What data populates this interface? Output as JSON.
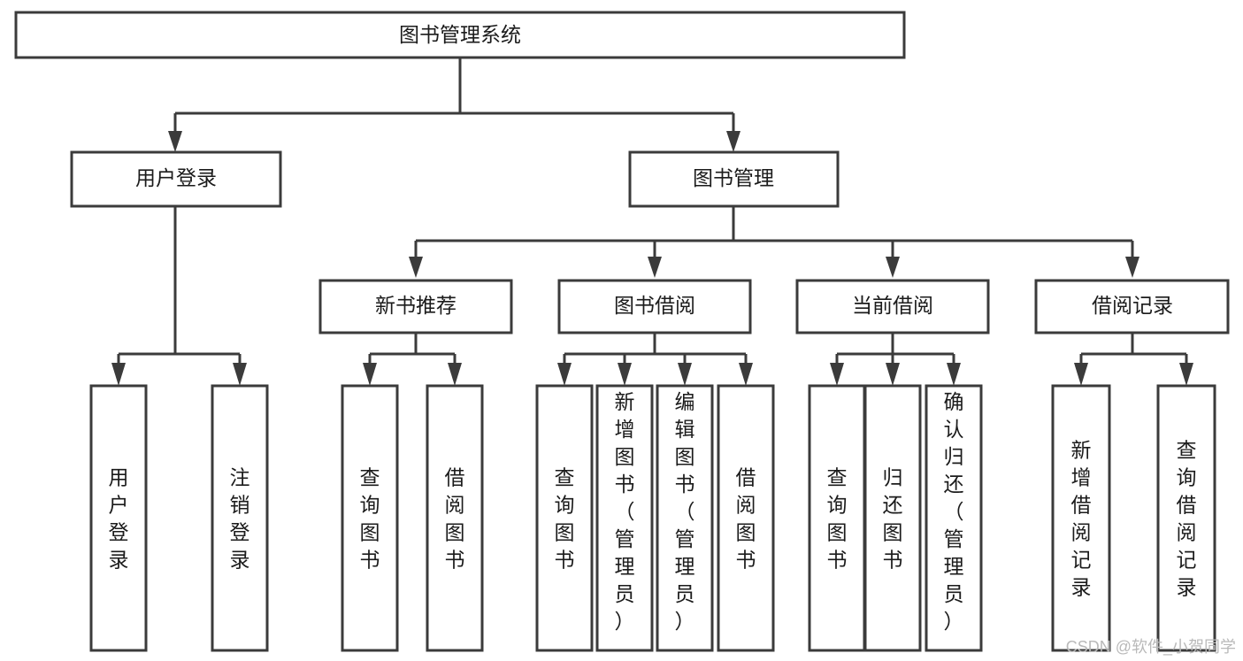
{
  "diagram": {
    "title": "图书管理系统",
    "type": "hierarchy-tree",
    "colors": {
      "box_stroke": "#3b3b3b",
      "box_fill": "#ffffff",
      "link": "#3b3b3b",
      "text": "#1b1b1b",
      "watermark": "#b9b9b9",
      "background": "#ffffff"
    },
    "root": {
      "label": "图书管理系统"
    },
    "level2": [
      {
        "label": "用户登录"
      },
      {
        "label": "图书管理"
      }
    ],
    "level3": [
      {
        "label": "新书推荐"
      },
      {
        "label": "图书借阅"
      },
      {
        "label": "当前借阅"
      },
      {
        "label": "借阅记录"
      }
    ],
    "leaves": {
      "user_login": [
        {
          "label": "用户登录"
        },
        {
          "label": "注销登录"
        }
      ],
      "new_book_recommend": [
        {
          "label": "查询图书"
        },
        {
          "label": "借阅图书"
        }
      ],
      "book_borrow": [
        {
          "label": "查询图书"
        },
        {
          "label": "新增图书（管理员）"
        },
        {
          "label": "编辑图书（管理员）"
        },
        {
          "label": "借阅图书"
        }
      ],
      "current_borrow": [
        {
          "label": "查询图书"
        },
        {
          "label": "归还图书"
        },
        {
          "label": "确认归还（管理员）"
        }
      ],
      "borrow_record": [
        {
          "label": "新增借阅记录"
        },
        {
          "label": "查询借阅记录"
        }
      ]
    }
  },
  "watermark": {
    "text": "CSDN @软件_小贺同学"
  }
}
